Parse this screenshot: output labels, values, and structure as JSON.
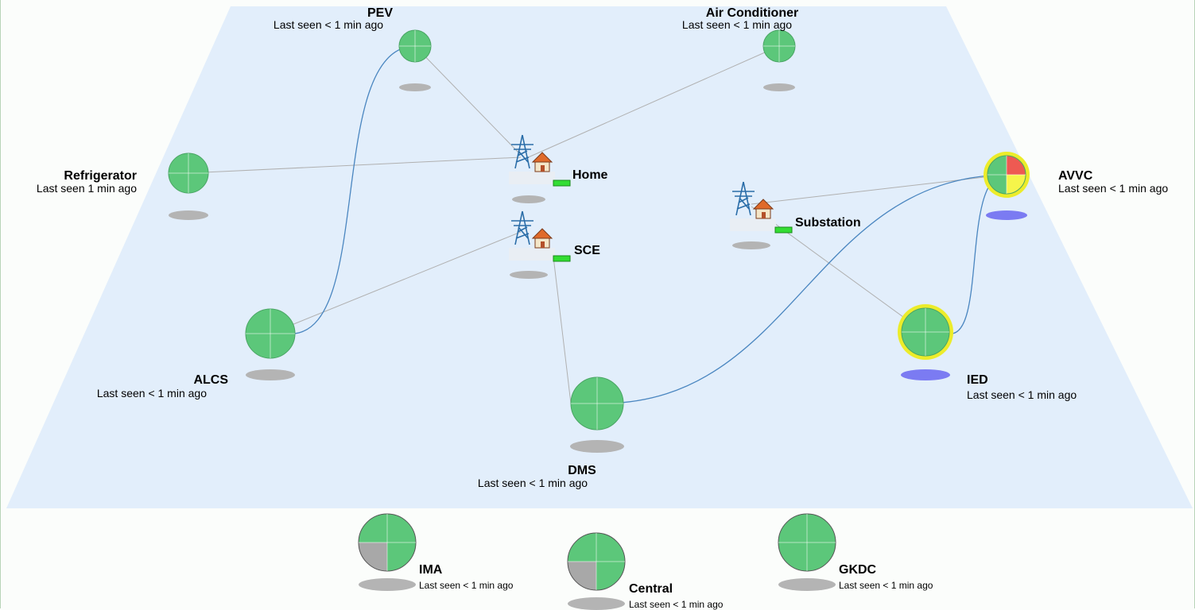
{
  "nodes": {
    "pev": {
      "name": "PEV",
      "status": "Last seen < 1 min ago"
    },
    "air_conditioner": {
      "name": "Air Conditioner",
      "status": "Last seen < 1 min ago"
    },
    "refrigerator": {
      "name": "Refrigerator",
      "status": "Last seen 1 min ago"
    },
    "alcs": {
      "name": "ALCS",
      "status": "Last seen < 1 min ago"
    },
    "home": {
      "name": "Home"
    },
    "sce": {
      "name": "SCE"
    },
    "substation": {
      "name": "Substation"
    },
    "dms": {
      "name": "DMS",
      "status": "Last seen < 1 min ago"
    },
    "avvc": {
      "name": "AVVC",
      "status": "Last seen < 1 min ago"
    },
    "ied": {
      "name": "IED",
      "status": "Last seen < 1 min ago"
    },
    "ima": {
      "name": "IMA",
      "status": "Last seen < 1 min ago"
    },
    "central": {
      "name": "Central",
      "status": "Last seen < 1 min ago"
    },
    "gkdc": {
      "name": "GKDC",
      "status": "Last seen < 1 min ago"
    }
  },
  "colors": {
    "plane": "#e2eefb",
    "node_green": "#5cc77a",
    "node_stroke": "#4aa564",
    "alert_red": "#ee5a52",
    "alert_yellow": "#f5f54a",
    "highlight_ring": "#ecec2a",
    "unknown_gray": "#a8a8a8",
    "shadow_gray": "#b4b4b4",
    "shadow_blue": "#7b7bf2",
    "link_gray": "#b0b0b0",
    "link_blue": "#4a86c0",
    "status_led": "#33dd33"
  }
}
